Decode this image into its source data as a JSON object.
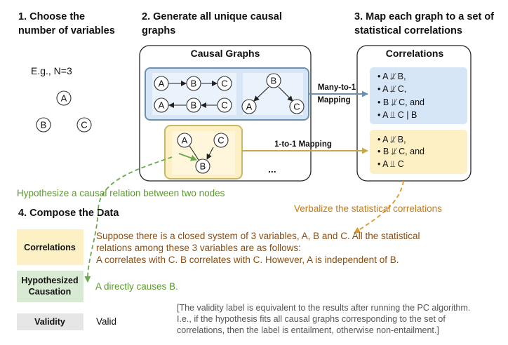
{
  "steps": {
    "s1_line1": "1. Choose the",
    "s1_line2": "number of variables",
    "s2_line1": "2. Generate all unique causal",
    "s2_line2": "graphs",
    "s3_line1": "3. Map each graph to a set of",
    "s3_line2": "statistical correlations",
    "s4": "4. Compose the Data"
  },
  "example": {
    "text": "E.g., N=3",
    "nodes": [
      "A",
      "B",
      "C"
    ]
  },
  "causal_box": {
    "title": "Causal Graphs",
    "ellipsis": "..."
  },
  "correlations_box": {
    "title": "Correlations"
  },
  "graph_nodes": {
    "a": "A",
    "b": "B",
    "c": "C"
  },
  "mappings": {
    "many_line1": "Many-to-1",
    "many_line2": "Mapping",
    "one": "1-to-1 Mapping"
  },
  "corr_blue": [
    "• A ⫫̸ B,",
    "• A ⫫̸ C,",
    "• B ⫫̸ C, and",
    "• A ⫫ C | B"
  ],
  "corr_yellow": [
    "• A ⫫̸ B,",
    "• B ⫫̸ C, and",
    "• A ⫫ C"
  ],
  "annotations": {
    "hypothesize": "Hypothesize a causal relation between two nodes",
    "verbalize": "Verbalize the statistical correlations"
  },
  "table": {
    "correlations_label": "Correlations",
    "correlations_text": [
      "Suppose there is a closed system of 3 variables, A, B and C. All the statistical",
      "relations among these 3 variables are as follows:",
      "A correlates with C. B correlates with C. However, A is independent of B."
    ],
    "hypothesis_label_line1": "Hypothesized",
    "hypothesis_label_line2": "Causation",
    "hypothesis_text": "A directly causes B.",
    "validity_label": "Validity",
    "validity_text": "Valid"
  },
  "note": [
    "[The validity label is equivalent to the results after running the PC algorithm.",
    "I.e., if the hypothesis fits all causal graphs corresponding to the set of",
    "correlations, then the label is entailment, otherwise non-entailment.]"
  ],
  "colors": {
    "blue_fill": "#d6e6f7",
    "blue_stroke": "#6f8fb0",
    "yellow_fill": "#fdf0c4",
    "yellow_stroke": "#c7b86a",
    "green_label": "#d8ead3",
    "gray_label": "#e6e6e6",
    "green_text": "#5a9a2a",
    "orange_text": "#c77a14",
    "brown_text": "#8b4d10"
  }
}
